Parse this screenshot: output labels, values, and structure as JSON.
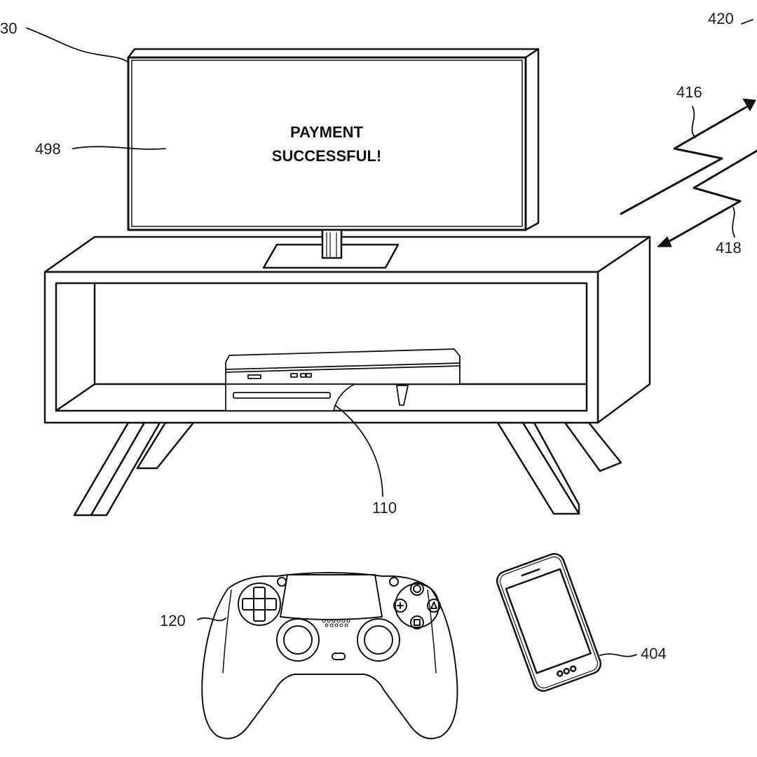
{
  "screen": {
    "line1": "PAYMENT",
    "line2": "SUCCESSFUL!"
  },
  "labels": {
    "tv": "30",
    "screen": "498",
    "network": "420",
    "signal_up": "416",
    "signal_down": "418",
    "console": "110",
    "controller": "120",
    "phone": "404"
  }
}
